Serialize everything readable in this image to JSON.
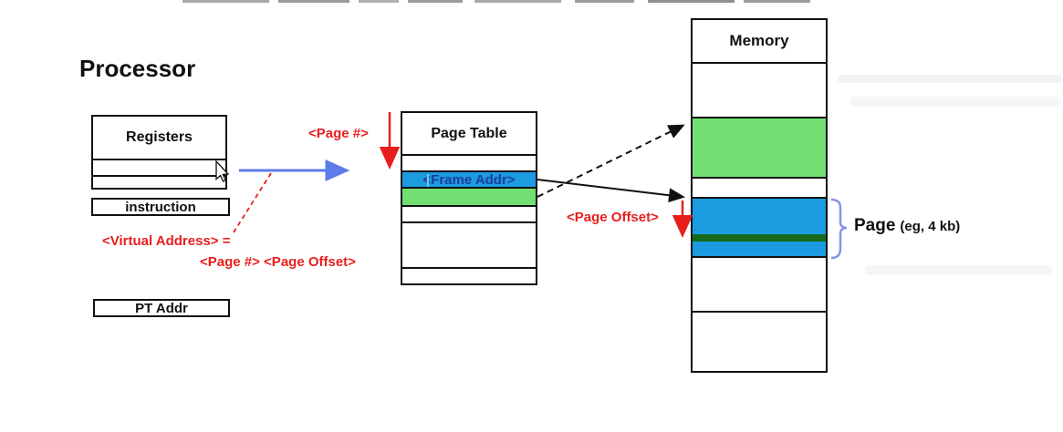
{
  "diagram": {
    "processor": {
      "title": "Processor",
      "registers_label": "Registers",
      "instruction_label": "instruction",
      "pt_addr_label": "PT Addr"
    },
    "page_table": {
      "title": "Page Table",
      "frame_addr_label": "<Frame Addr>"
    },
    "memory": {
      "title": "Memory"
    },
    "annotations": {
      "page_number_top": "<Page #>",
      "virtual_address_line1": "<Virtual Address> =",
      "virtual_address_line2": "<Page #> <Page Offset>",
      "page_offset": "<Page Offset>",
      "page_label": "Page",
      "page_size_note": "(eg, 4 kb)"
    },
    "colors": {
      "highlight_blue": "#1b9be0",
      "highlight_green": "#72df72",
      "dark_green_stripe": "#17691c",
      "annotation_red": "#e81e1e",
      "arrow_blue": "#5e7ce8",
      "bracket_blue": "#8a94e8",
      "frame_addr_text": "#1d3d99",
      "box_border": "#111111"
    }
  }
}
